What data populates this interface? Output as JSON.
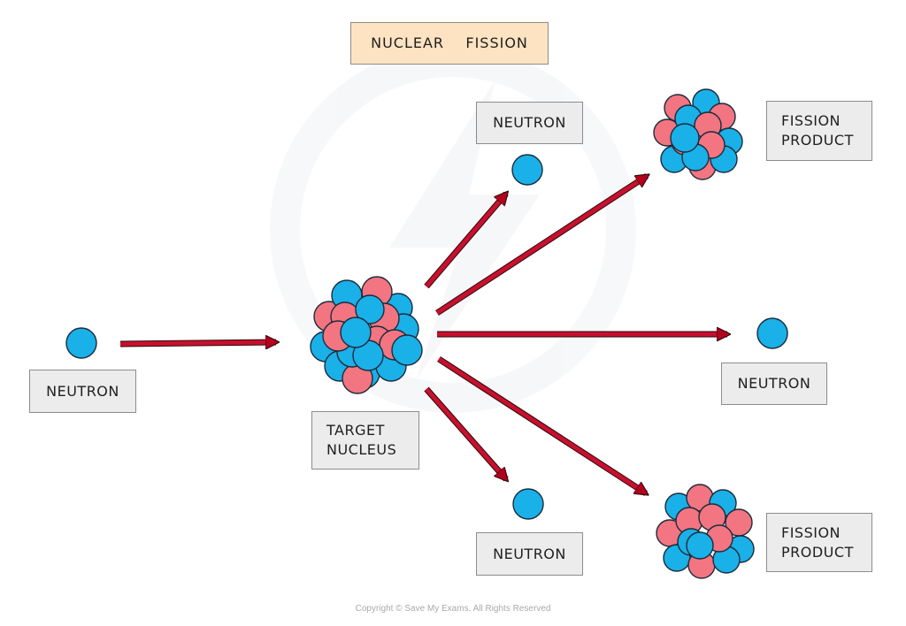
{
  "title": "NUCLEAR    FISSION",
  "labels": {
    "incoming_neutron": "NEUTRON",
    "target_nucleus": "TARGET\nNUCLEUS",
    "neutron_top": "NEUTRON",
    "neutron_right": "NEUTRON",
    "neutron_bottom": "NEUTRON",
    "fission_product_top": "FISSION\nPRODUCT",
    "fission_product_bottom": "FISSION\nPRODUCT"
  },
  "copyright": "Copyright © Save My Exams. All Rights Reserved",
  "colors": {
    "neutron": "#1ab0e8",
    "proton": "#f27581",
    "arrow": "#c8102e",
    "title_box": "#fde3c2",
    "label_box": "#ececec"
  }
}
